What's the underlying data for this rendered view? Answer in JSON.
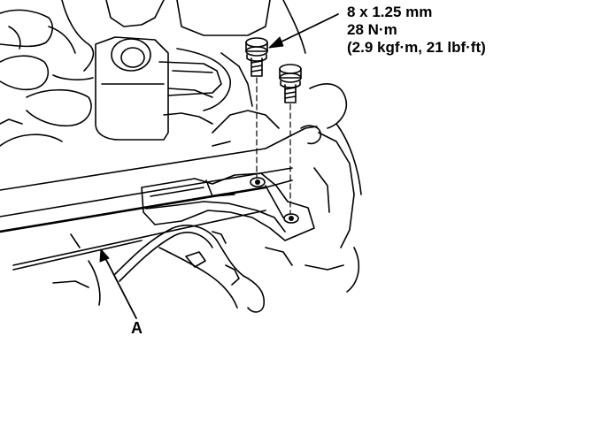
{
  "callout": {
    "size": "8 x 1.25 mm",
    "torque_nm": "28 N·m",
    "torque_alt": "(2.9 kgf·m, 21 lbf·ft)"
  },
  "labels": {
    "part_a": "A"
  },
  "colors": {
    "line": "#000000",
    "background": "#ffffff"
  }
}
